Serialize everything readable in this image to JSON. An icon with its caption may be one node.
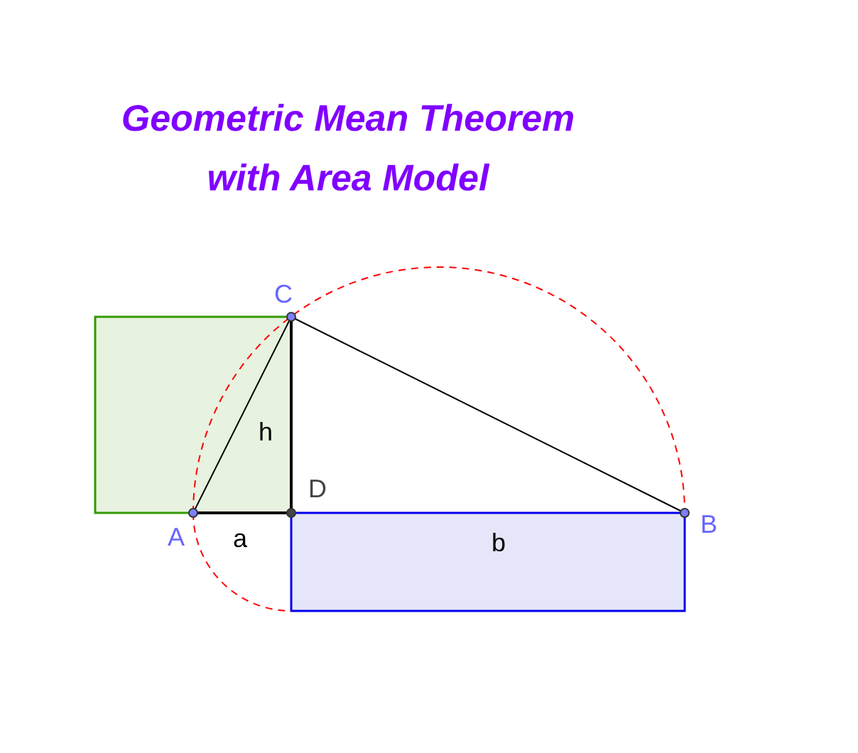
{
  "diagram": {
    "title": "Geometric Mean Theorem with Area Model",
    "labels": [
      "C",
      "h",
      "D",
      "A",
      "a",
      "b",
      "B"
    ]
  }
}
